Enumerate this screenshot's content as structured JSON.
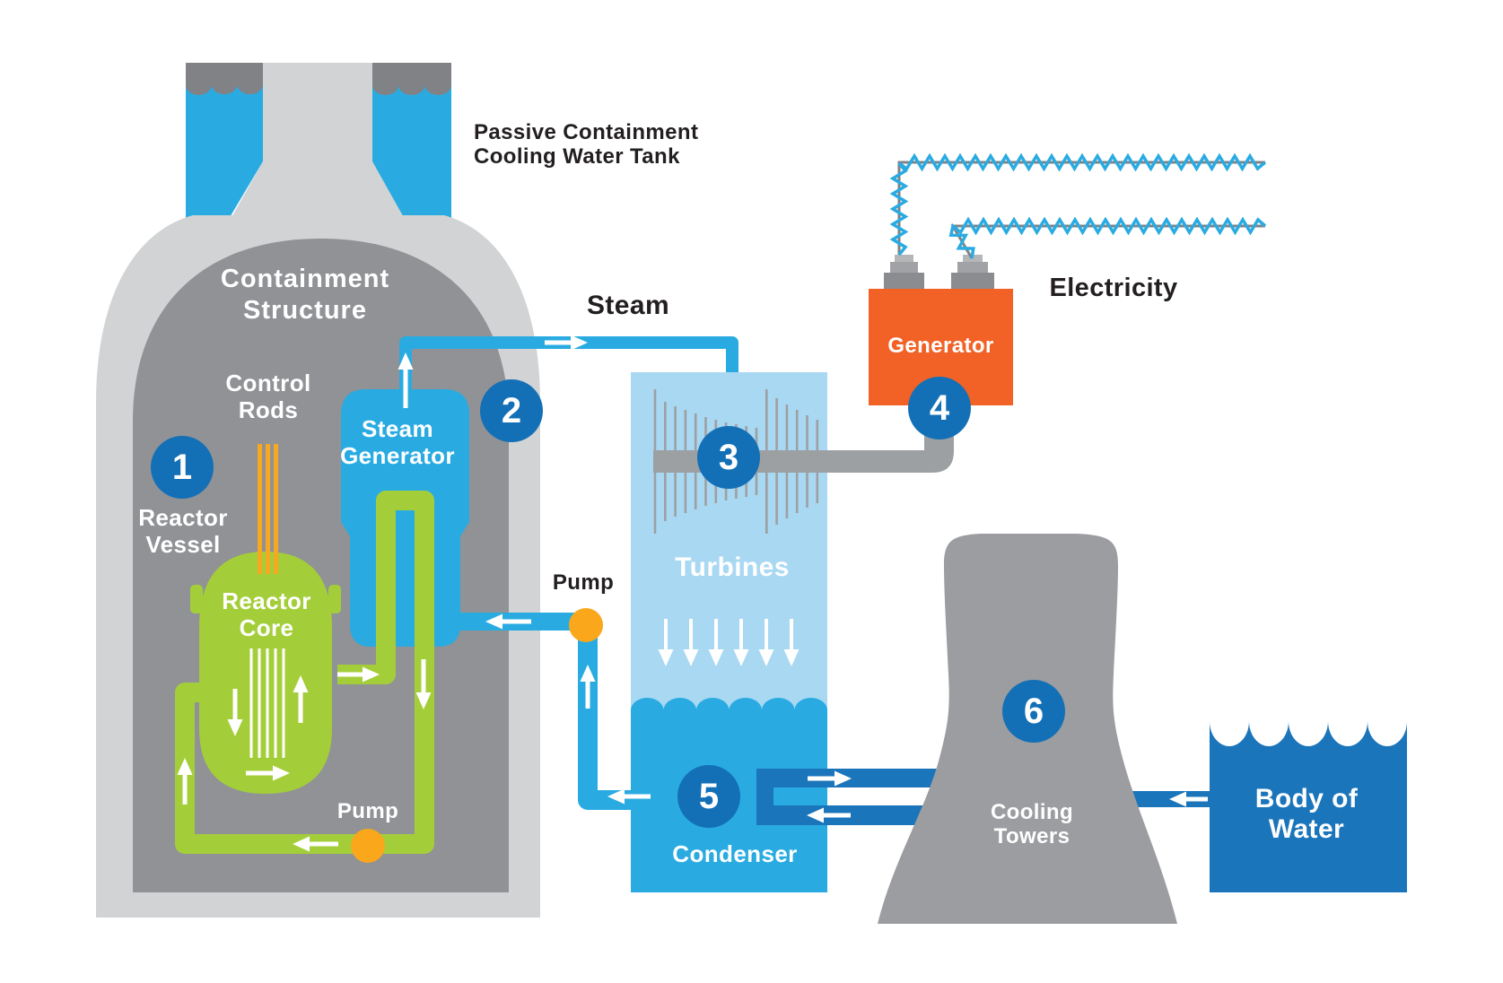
{
  "diagram": {
    "kind": "nuclear-power-plant-process-diagram",
    "markers": [
      {
        "number": "1",
        "component": "Reactor Vessel"
      },
      {
        "number": "2",
        "component": "Steam Generator"
      },
      {
        "number": "3",
        "component": "Turbines"
      },
      {
        "number": "4",
        "component": "Generator"
      },
      {
        "number": "5",
        "component": "Condenser"
      },
      {
        "number": "6",
        "component": "Cooling Towers"
      }
    ],
    "labels": {
      "passive_tank": "Passive Containment\nCooling Water Tank",
      "containment_structure": "Containment\nStructure",
      "control_rods": "Control\nRods",
      "reactor_vessel": "Reactor\nVessel",
      "reactor_core": "Reactor\nCore",
      "steam_generator": "Steam\nGenerator",
      "steam": "Steam",
      "pump_primary": "Pump",
      "pump_secondary": "Pump",
      "turbines": "Turbines",
      "condenser": "Condenser",
      "generator": "Generator",
      "electricity": "Electricity",
      "cooling_towers": "Cooling\nTowers",
      "body_of_water": "Body of\nWater"
    },
    "colors": {
      "cyan_water": "#29ABE2",
      "light_blue": "#A9D8F2",
      "dark_blue": "#1B75BB",
      "marker_blue": "#1470B6",
      "loop_green": "#A4CE39",
      "generator_orange": "#F26227",
      "pump_yellow": "#FAA71B",
      "control_rod_orange": "#F7A823",
      "outer_shell_gray": "#D1D3D4",
      "inner_shell_gray": "#909296",
      "machine_gray": "#9DA0A3",
      "tower_gray": "#9B9DA0",
      "water_cap_gray": "#808285",
      "text_black": "#231F20",
      "text_white": "#FFFFFF"
    }
  }
}
